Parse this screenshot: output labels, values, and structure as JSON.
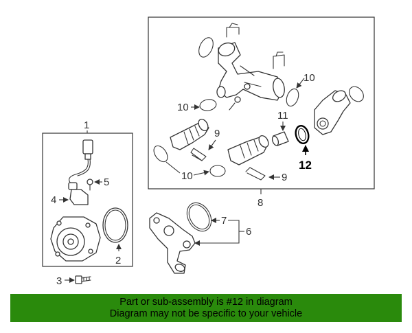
{
  "callouts": {
    "c1": "1",
    "c2": "2",
    "c3": "3",
    "c4": "4",
    "c5": "5",
    "c6": "6",
    "c7": "7",
    "c8": "8",
    "c9a": "9",
    "c9b": "9",
    "c10a": "10",
    "c10b": "10",
    "c10c": "10",
    "c11": "11",
    "c12": "12"
  },
  "banner": {
    "line1": "Part or sub-assembly is #12 in diagram",
    "line2": "Diagram may not be specific to your vehicle"
  },
  "colors": {
    "banner_bg": "#2a8a0c",
    "line": "#333333"
  }
}
